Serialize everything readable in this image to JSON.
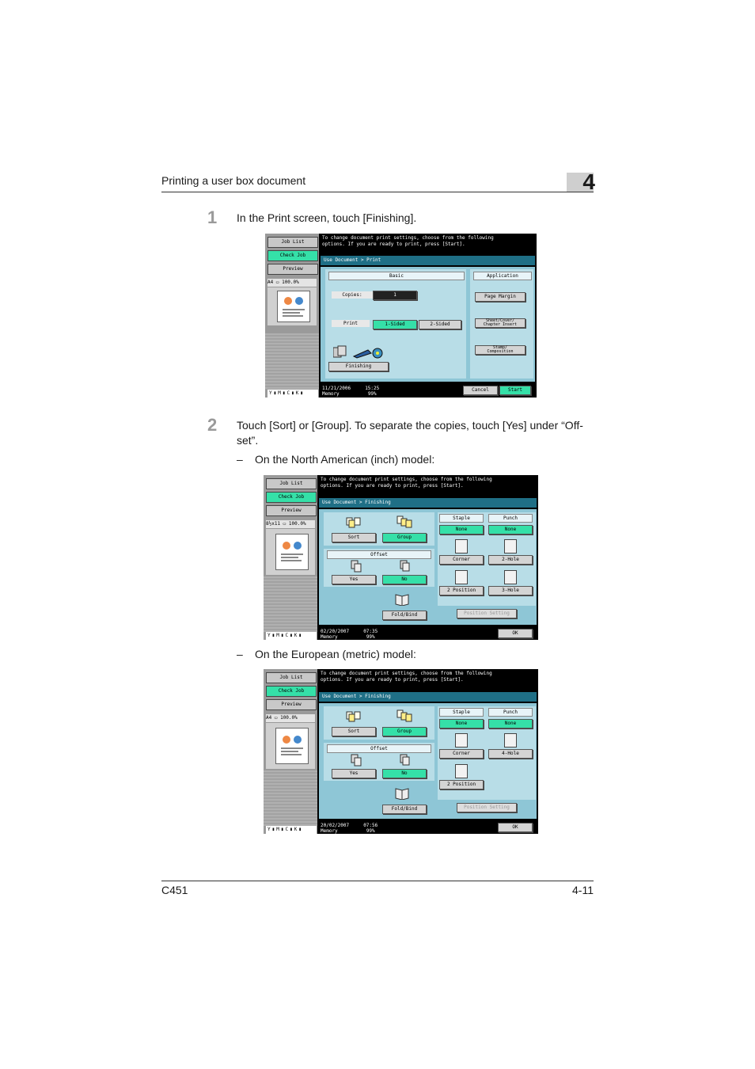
{
  "header": {
    "title": "Printing a user box document",
    "chapter": "4"
  },
  "steps": [
    {
      "number": "1",
      "text": "In the Print screen, touch [Finishing]."
    },
    {
      "number": "2",
      "text_line1": "Touch [Sort] or [Group]. To separate the copies, touch [Yes] under “Off-",
      "text_line2": "set”."
    }
  ],
  "bullets": [
    {
      "dash": "–",
      "text": "On the North American (inch) model:"
    },
    {
      "dash": "–",
      "text": "On the European (metric) model:"
    }
  ],
  "footer": {
    "model": "C451",
    "page": "4-11"
  },
  "side": {
    "job_list": "Job List",
    "check_job": "Check Job",
    "preview": "Preview",
    "toner": [
      "Y",
      "M",
      "C",
      "K"
    ]
  },
  "screen1": {
    "message_line1": "To change document print settings, choose from the following",
    "message_line2": "options. If you are ready to print, press [Start].",
    "title": "Use Document > Print",
    "paper": "A4",
    "zoom": "100.0%",
    "basic": "Basic",
    "application": "Application",
    "copies_label": "Copies:",
    "copies_value": "1",
    "print_label": "Print",
    "one_sided": "1-Sided",
    "two_sided": "2-Sided",
    "finishing": "Finishing",
    "page_margin": "Page Margin",
    "sheet_cover_1": "Sheet/Cover/",
    "sheet_cover_2": "Chapter Insert",
    "stamp_1": "Stamp/",
    "stamp_2": "Composition",
    "date": "11/21/2006",
    "time": "15:25",
    "memory_label": "Memory",
    "memory": "99%",
    "cancel": "Cancel",
    "start": "Start"
  },
  "screen2": {
    "message_line1": "To change document print settings, choose from the following",
    "message_line2": "options. If you are ready to print, press [Start].",
    "title": "Use Document > Finishing",
    "paper": "8½x11",
    "zoom": "100.0%",
    "sort": "Sort",
    "group": "Group",
    "offset": "Offset",
    "yes": "Yes",
    "no": "No",
    "fold_bind": "Fold/Bind",
    "staple": "Staple",
    "punch": "Punch",
    "staple_none": "None",
    "punch_none": "None",
    "corner": "Corner",
    "two_position": "2 Position",
    "two_hole": "2-Hole",
    "three_hole": "3-Hole",
    "position_setting": "Position Setting",
    "date": "02/20/2007",
    "time": "07:35",
    "memory_label": "Memory",
    "memory": "99%",
    "ok": "OK"
  },
  "screen3": {
    "message_line1": "To change document print settings, choose from the following",
    "message_line2": "options. If you are ready to print, press [Start].",
    "title": "Use Document > Finishing",
    "paper": "A4",
    "zoom": "100.0%",
    "sort": "Sort",
    "group": "Group",
    "offset": "Offset",
    "yes": "Yes",
    "no": "No",
    "fold_bind": "Fold/Bind",
    "staple": "Staple",
    "punch": "Punch",
    "staple_none": "None",
    "punch_none": "None",
    "corner": "Corner",
    "two_position": "2 Position",
    "four_hole": "4-Hole",
    "position_setting": "Position Setting",
    "date": "20/02/2007",
    "time": "07:56",
    "memory_label": "Memory",
    "memory": "99%",
    "ok": "OK"
  }
}
